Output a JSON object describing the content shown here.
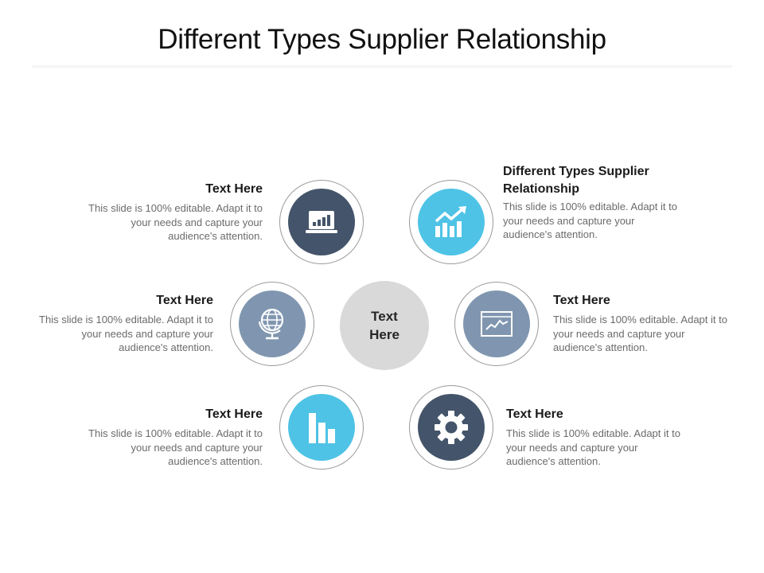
{
  "title": "Different Types Supplier Relationship",
  "center": {
    "line1": "Text",
    "line2": "Here"
  },
  "colors": {
    "dark": "#44546a",
    "cyan": "#4ec3e6",
    "steel": "#8096b0",
    "center": "#d9d9d9"
  },
  "items": [
    {
      "heading": "Text Here",
      "body": "This slide is 100% editable. Adapt it to your needs and capture your audience's attention.",
      "icon": "laptop-chart-icon",
      "color": "dark"
    },
    {
      "heading": "Different Types Supplier Relationship",
      "body": "This slide is 100% editable. Adapt it to your needs and capture your audience's attention.",
      "icon": "growth-chart-icon",
      "color": "cyan"
    },
    {
      "heading": "Text Here",
      "body": "This slide is 100% editable. Adapt it to your needs and capture your audience's attention.",
      "icon": "globe-icon",
      "color": "steel"
    },
    {
      "heading": "Text Here",
      "body": "This slide is 100% editable. Adapt it to your needs and capture your audience's attention.",
      "icon": "browser-chart-icon",
      "color": "steel"
    },
    {
      "heading": "Text Here",
      "body": "This slide is 100% editable. Adapt it to your needs and capture your audience's attention.",
      "icon": "bar-chart-icon",
      "color": "cyan"
    },
    {
      "heading": "Text Here",
      "body": "This slide is 100% editable. Adapt it to your needs and capture your audience's attention.",
      "icon": "gear-icon",
      "color": "dark"
    }
  ]
}
